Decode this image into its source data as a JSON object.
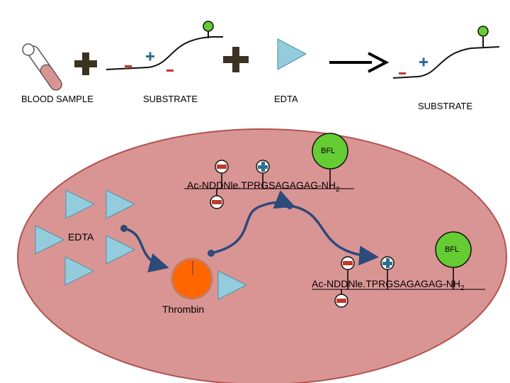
{
  "top_row": {
    "blood_sample_label": "BLOOD SAMPLE",
    "substrate_label": "SUBSTRATE",
    "edta_label": "EDTA",
    "result_substrate_label": "SUBSTRATE"
  },
  "reaction": {
    "peptide_main": "Ac-NDDNle.TPRGSAGAGAG-NH",
    "peptide_subscript": "2",
    "fluor_label": "BFL",
    "edta_label": "EDTA",
    "enzyme_label": "Thrombin"
  },
  "colors": {
    "cell_fill": "#d99594",
    "cell_stroke": "#b25350",
    "triangle_fill": "#93cddd",
    "triangle_stroke": "#4f8fa8",
    "fluor_fill": "#66cc33",
    "negative": "#c0392b",
    "positive": "#2e6f8e",
    "arrow": "#2c4a7a",
    "enzyme": "#ff6600"
  },
  "icons": [
    "test-tube-icon",
    "plus-icon",
    "reaction-arrow-icon",
    "negative-charge-icon",
    "positive-charge-icon"
  ]
}
